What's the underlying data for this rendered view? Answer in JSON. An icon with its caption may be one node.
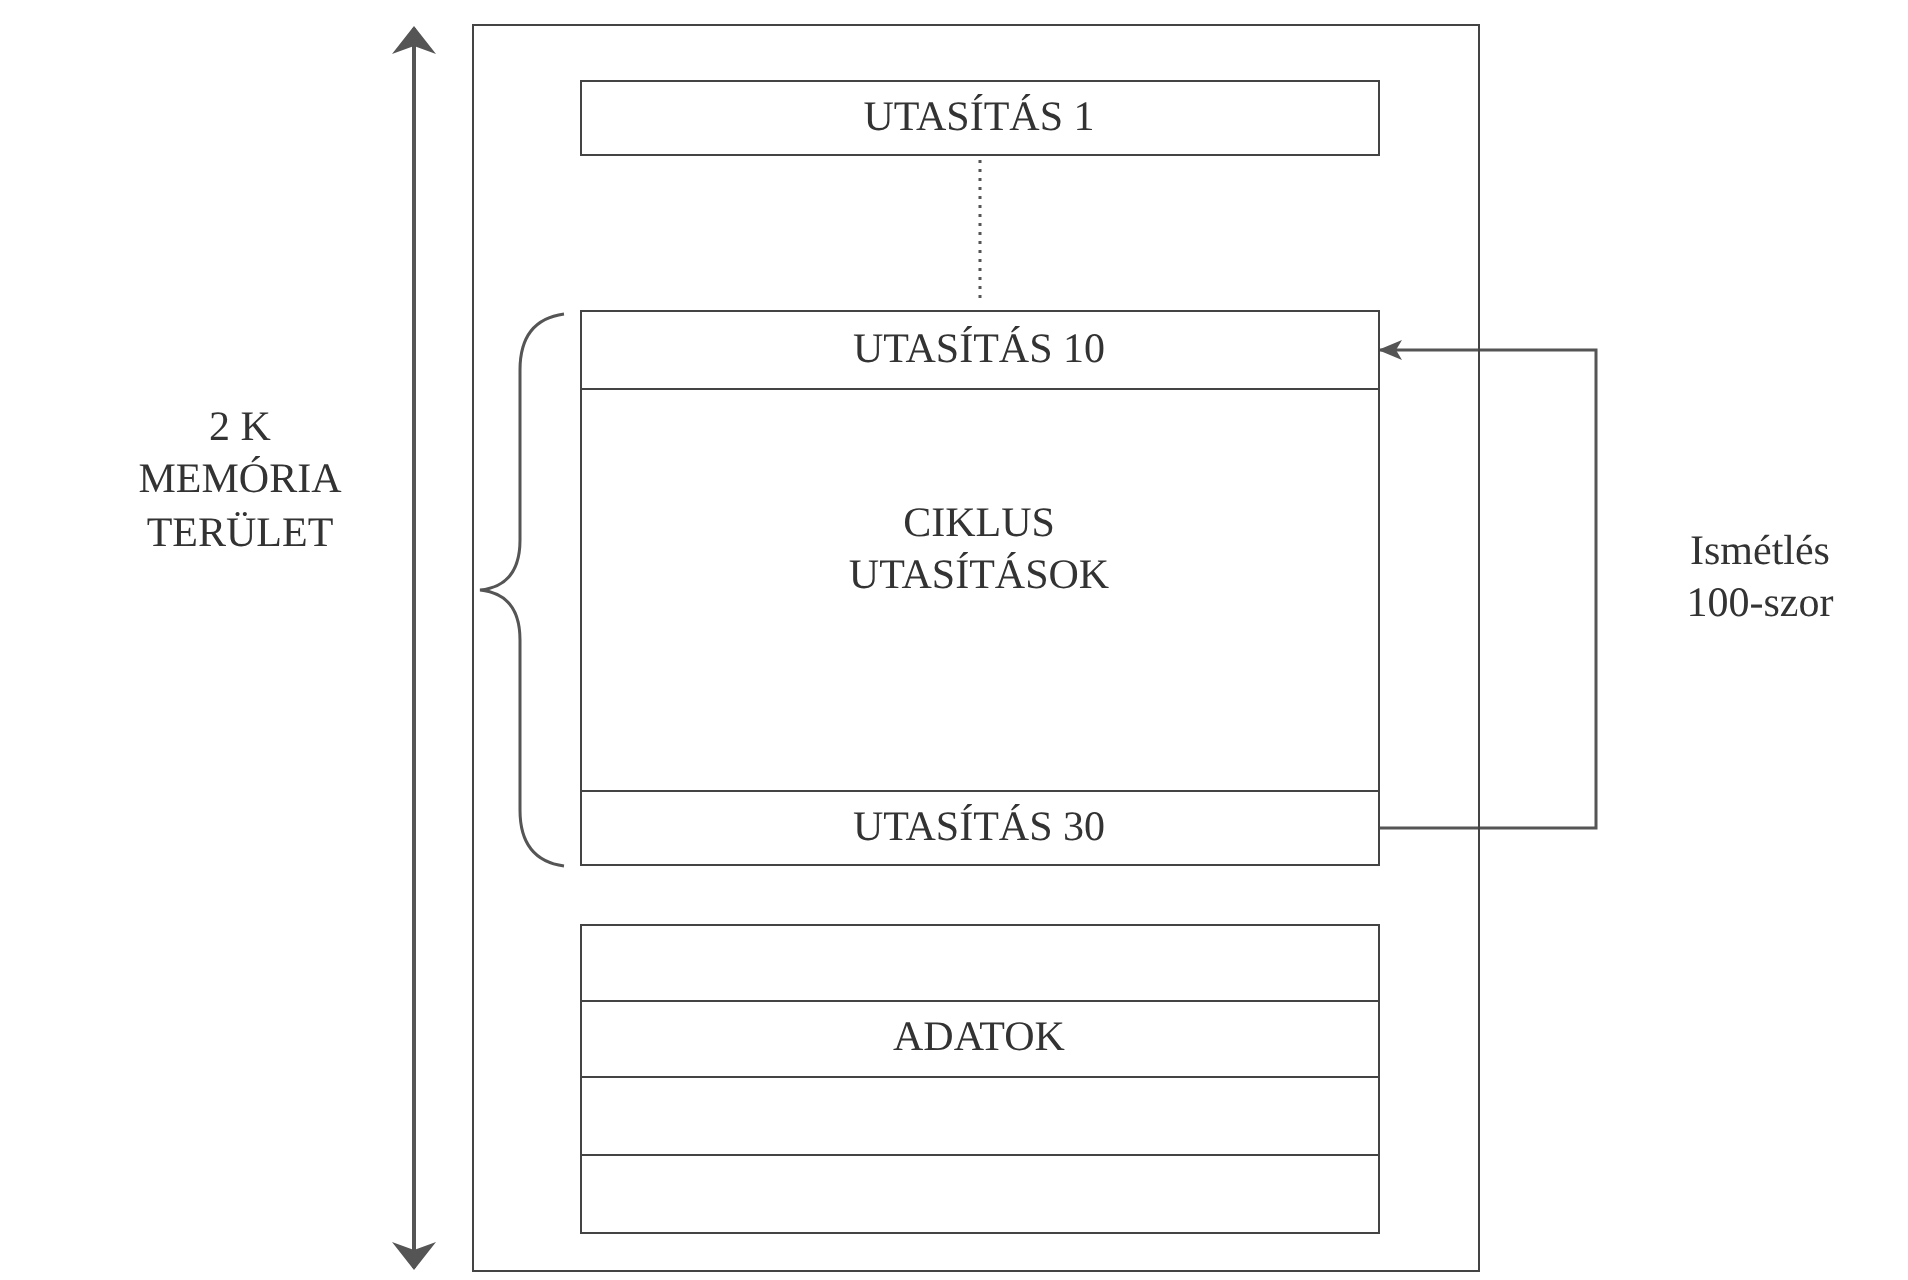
{
  "diagram": {
    "nodes": [
      {
        "text": [],
        "shape": "box"
      },
      {
        "text": [
          "UTASÍTÁS 1"
        ],
        "in": 0
      },
      {
        "text": [
          "UTASÍTÁS 10"
        ],
        "in": 0
      },
      {
        "text": [
          "CIKLUS UTASÍTÁSOK"
        ],
        "in": 0
      },
      {
        "text": [
          "UTASÍTÁS 30"
        ],
        "in": 0
      },
      {
        "text": [],
        "shape": "box",
        "in": 0
      },
      {
        "text": [
          "ADATOK"
        ],
        "in": 0
      },
      {
        "text": [],
        "shape": "box",
        "in": 0
      },
      {
        "text": [],
        "shape": "box",
        "in": 0
      }
    ],
    "edges": [
      {
        "from": 1,
        "to": 2,
        "arrow": "none",
        "style": "dashed"
      },
      {
        "from": 4,
        "to": 2,
        "arrow": "to",
        "label": "Ismétlés 100-szor"
      }
    ],
    "labels": [
      "2 K MEMÓRIA TERÜLET"
    ]
  }
}
